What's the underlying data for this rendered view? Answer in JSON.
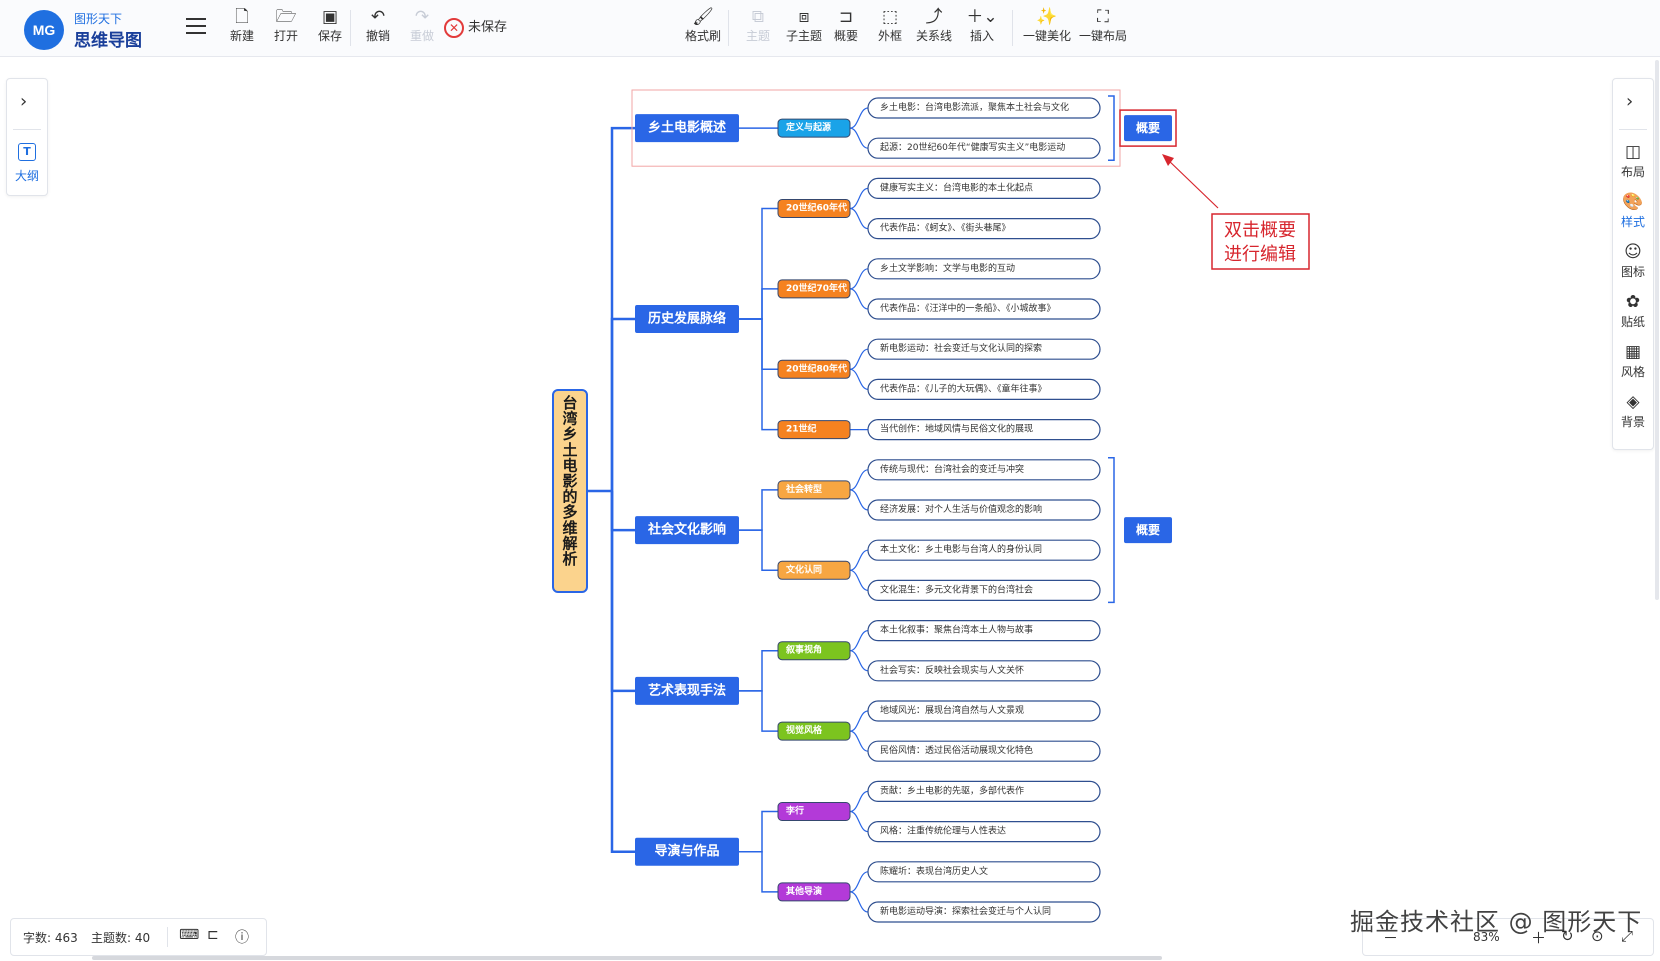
{
  "app": {
    "logo_mark": "MG",
    "logo_line1": "图形天下",
    "logo_line2": "思维导图"
  },
  "toolbar": {
    "new": "新建",
    "open": "打开",
    "save": "保存",
    "undo": "撤销",
    "redo": "重做",
    "unsaved": "未保存",
    "format_painter": "格式刷",
    "topic": "主题",
    "subtopic": "子主题",
    "summary": "概要",
    "boundary": "外框",
    "relation": "关系线",
    "insert": "插入",
    "beautify": "一键美化",
    "layout": "一键布局"
  },
  "left_panel": {
    "outline": "大纲",
    "outline_icon": "T"
  },
  "right_panel": {
    "layout": "布局",
    "style": "样式",
    "icon": "图标",
    "sticker": "贴纸",
    "theme": "风格",
    "background": "背景"
  },
  "colors": {
    "primary": "#2a66e6",
    "line": "#2a66e6",
    "root_fill": "#fbd38d",
    "orange": "#f58220",
    "light_orange": "#f7a642",
    "green": "#7cc41f",
    "purple": "#b33ad8",
    "teal": "#1aa3e8",
    "annotation": "#d7262e"
  },
  "mindmap": {
    "root": "台湾乡土电影的多维解析",
    "branches": [
      {
        "label": "乡土电影概述",
        "subs": [
          {
            "label": "定义与起源",
            "color": "teal",
            "leaves": [
              "乡土电影：台湾电影流派，聚焦本土社会与文化",
              "起源：20世纪60年代“健康写实主义”电影运动"
            ]
          }
        ]
      },
      {
        "label": "历史发展脉络",
        "subs": [
          {
            "label": "20世纪60年代",
            "color": "orange",
            "leaves": [
              "健康写实主义：台湾电影的本土化起点",
              "代表作品：《蚵女》、《街头巷尾》"
            ]
          },
          {
            "label": "20世纪70年代",
            "color": "orange",
            "leaves": [
              "乡土文学影响：文学与电影的互动",
              "代表作品：《汪洋中的一条船》、《小城故事》"
            ]
          },
          {
            "label": "20世纪80年代",
            "color": "orange",
            "leaves": [
              "新电影运动：社会变迁与文化认同的探索",
              "代表作品：《儿子的大玩偶》、《童年往事》"
            ]
          },
          {
            "label": "21世纪",
            "color": "orange",
            "leaves": [
              "当代创作：地域风情与民俗文化的展现"
            ]
          }
        ]
      },
      {
        "label": "社会文化影响",
        "subs": [
          {
            "label": "社会转型",
            "color": "light_orange",
            "leaves": [
              "传统与现代：台湾社会的变迁与冲突",
              "经济发展：对个人生活与价值观念的影响"
            ]
          },
          {
            "label": "文化认同",
            "color": "light_orange",
            "leaves": [
              "本土文化：乡土电影与台湾人的身份认同",
              "文化混生：多元文化背景下的台湾社会"
            ]
          }
        ]
      },
      {
        "label": "艺术表现手法",
        "subs": [
          {
            "label": "叙事视角",
            "color": "green",
            "leaves": [
              "本土化叙事：聚焦台湾本土人物与故事",
              "社会写实：反映社会现实与人文关怀"
            ]
          },
          {
            "label": "视觉风格",
            "color": "green",
            "leaves": [
              "地域风光：展现台湾自然与人文景观",
              "民俗风情：透过民俗活动展现文化特色"
            ]
          }
        ]
      },
      {
        "label": "导演与作品",
        "subs": [
          {
            "label": "李行",
            "color": "purple",
            "leaves": [
              "贡献：乡土电影的先驱，多部代表作",
              "风格：注重传统伦理与人性表达"
            ]
          },
          {
            "label": "其他导演",
            "color": "purple",
            "leaves": [
              "陈耀圻：表现台湾历史人文",
              "新电影运动导演：探索社会变迁与个人认同"
            ]
          }
        ]
      }
    ],
    "summary_label": "概要",
    "annotation": "双击概要进行编辑"
  },
  "status": {
    "word_count": "字数: 463",
    "topic_count": "主题数: 40"
  },
  "zoom": "83%",
  "watermark": "掘金技术社区 @ 图形天下"
}
